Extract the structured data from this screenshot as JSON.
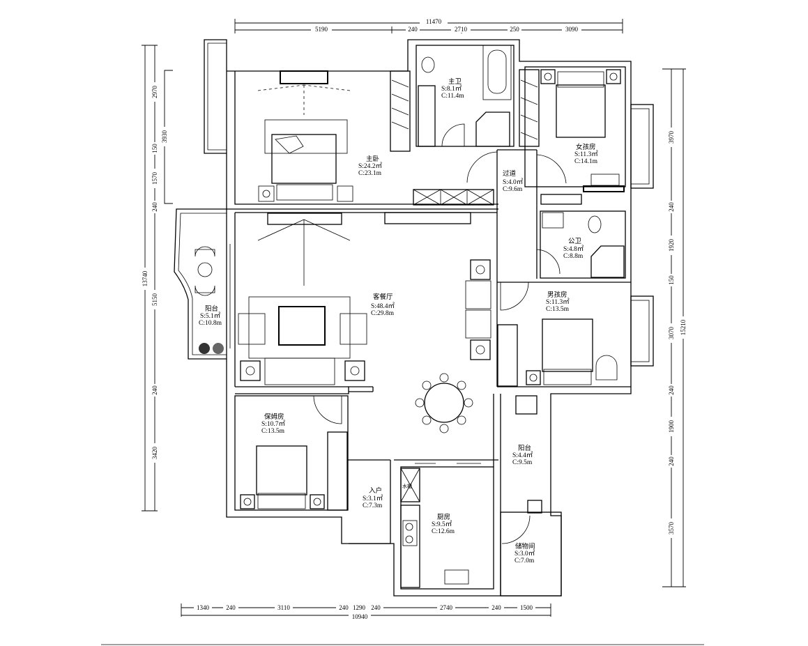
{
  "dimensions": {
    "top_total": "11470",
    "top": [
      "5190",
      "240",
      "2710",
      "250",
      "3090"
    ],
    "bottom_total": "10940",
    "bottom": [
      "1340",
      "240",
      "3110",
      "240",
      "1290",
      "240",
      "2740",
      "240",
      "1500"
    ],
    "left_total": "13740",
    "left": [
      "2970",
      "150",
      "1570",
      "240",
      "5150",
      "240",
      "3420"
    ],
    "left_inner": "3930",
    "right_total": "15210",
    "right": [
      "3970",
      "240",
      "1920",
      "150",
      "3070",
      "240",
      "1900",
      "240",
      "3570"
    ]
  },
  "rooms": {
    "master_bath": {
      "name": "主卫",
      "area": "S:8.1㎡",
      "perimeter": "C:11.4m"
    },
    "master_bedroom": {
      "name": "主卧",
      "area": "S:24.2㎡",
      "perimeter": "C:23.1m"
    },
    "girl_room": {
      "name": "女孩房",
      "area": "S:11.3㎡",
      "perimeter": "C:14.1m"
    },
    "corridor": {
      "name": "过道",
      "area": "S:4.0㎡",
      "perimeter": "C:9.6m"
    },
    "public_bath": {
      "name": "公卫",
      "area": "S:4.8㎡",
      "perimeter": "C:8.8m"
    },
    "boy_room": {
      "name": "男孩房",
      "area": "S:11.3㎡",
      "perimeter": "C:13.5m"
    },
    "living_dining": {
      "name": "客餐厅",
      "area": "S:48.4㎡",
      "perimeter": "C:29.8m"
    },
    "balcony_left": {
      "name": "阳台",
      "area": "S:5.1㎡",
      "perimeter": "C:10.8m"
    },
    "nanny_room": {
      "name": "保姆房",
      "area": "S:10.7㎡",
      "perimeter": "C:13.5m"
    },
    "entrance": {
      "name": "入户",
      "area": "S:3.1㎡",
      "perimeter": "C:7.3m"
    },
    "kitchen": {
      "name": "厨房",
      "area": "S:9.5㎡",
      "perimeter": "C:12.6m"
    },
    "balcony_right": {
      "name": "阳台",
      "area": "S:4.4㎡",
      "perimeter": "C:9.5m"
    },
    "storage": {
      "name": "储物间",
      "area": "S:3.0㎡",
      "perimeter": "C:7.0m"
    }
  },
  "fixtures": {
    "water_heater": "水槽"
  }
}
